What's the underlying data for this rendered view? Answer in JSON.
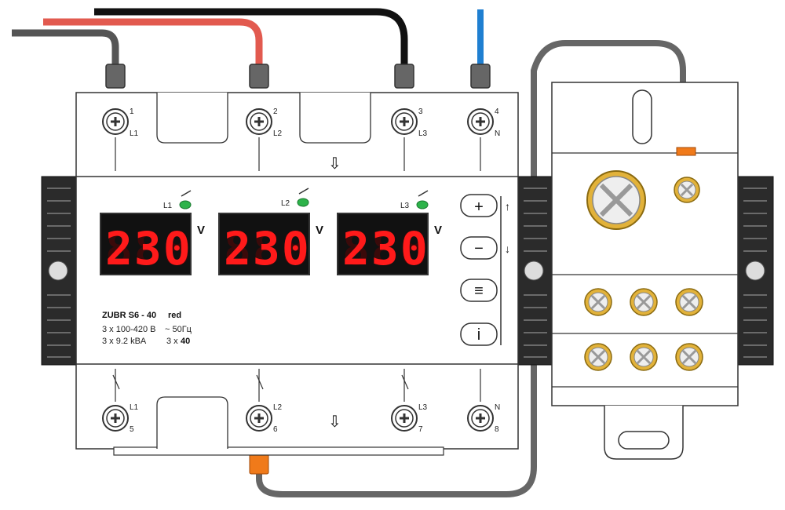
{
  "device": {
    "model": "ZUBR S6 - 40",
    "variant": "red",
    "spec_line1_a": "3 x 100-420 В",
    "spec_line1_b": "~ 50Гц",
    "spec_line2_a": "3 x 9.2  kBA",
    "spec_line2_b": "3 x",
    "spec_line2_c": "40"
  },
  "displays": [
    {
      "label": "L1",
      "value": "230",
      "unit": "V"
    },
    {
      "label": "L2",
      "value": "230",
      "unit": "V"
    },
    {
      "label": "L3",
      "value": "230",
      "unit": "V"
    }
  ],
  "top_terminals": [
    {
      "number": "1",
      "phase": "L1"
    },
    {
      "number": "2",
      "phase": "L2"
    },
    {
      "number": "3",
      "phase": "L3"
    },
    {
      "number": "4",
      "phase": "N"
    }
  ],
  "bottom_terminals": [
    {
      "number": "5",
      "phase": "L1"
    },
    {
      "number": "6",
      "phase": "L2"
    },
    {
      "number": "7",
      "phase": "L3"
    },
    {
      "number": "8",
      "phase": "N"
    }
  ],
  "buttons": [
    {
      "symbol": "+"
    },
    {
      "symbol": "−"
    },
    {
      "symbol": "≡"
    },
    {
      "symbol": "i"
    }
  ],
  "side_arrows": {
    "up": "↑",
    "down": "↓"
  },
  "flow_arrow": "⇩",
  "colors": {
    "wire_grey": "#555555",
    "wire_red": "#e25a4f",
    "wire_black": "#111111",
    "wire_blue": "#1f7fd1",
    "led_red": "#ff1a1a",
    "indicator_green": "#2db34a",
    "sleeve_orange": "#f07a1a",
    "screw_gold": "#e2b23a"
  }
}
